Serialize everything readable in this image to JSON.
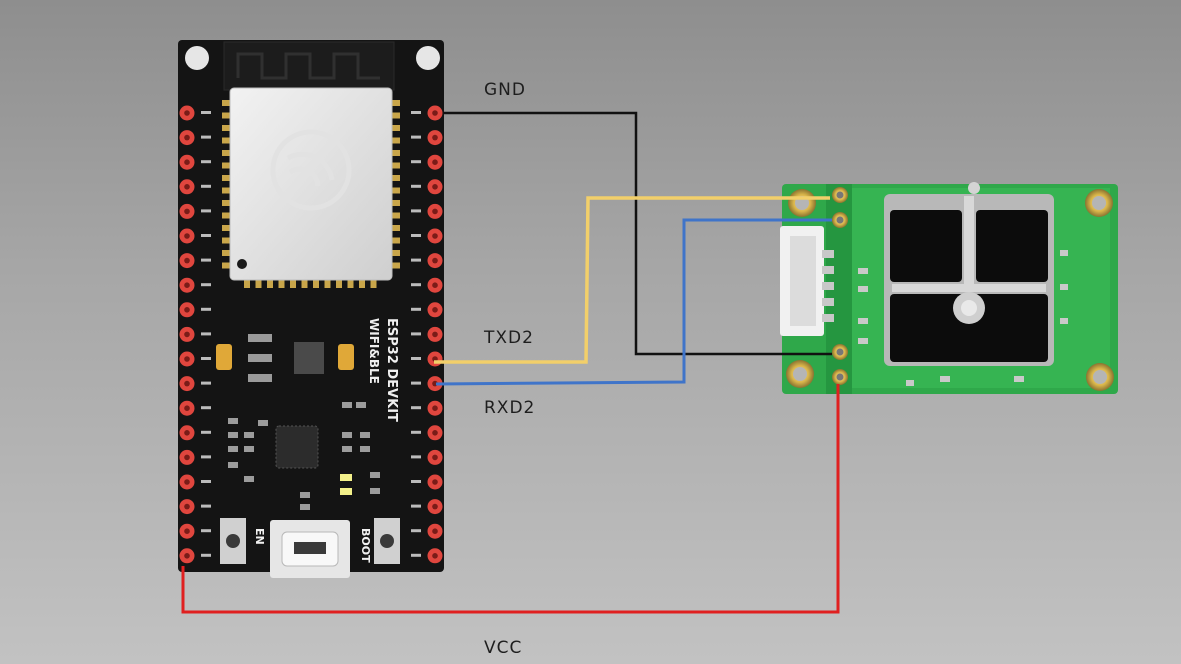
{
  "wires": {
    "gnd": {
      "label": "GND",
      "color": "#111111"
    },
    "txd": {
      "label": "TXD2",
      "color": "#f2cf6a"
    },
    "rxd": {
      "label": "RXD2",
      "color": "#3f74c9"
    },
    "vcc": {
      "label": "VCC",
      "color": "#e02020"
    }
  },
  "esp32": {
    "model": "ESP32 DEVKIT",
    "wireless": "WIFI&BLE",
    "en_button": "EN",
    "boot_button": "BOOT",
    "board_color": "#141414",
    "pin_color": "#e0463e"
  },
  "sensor": {
    "board_color": "#2fa84a"
  }
}
